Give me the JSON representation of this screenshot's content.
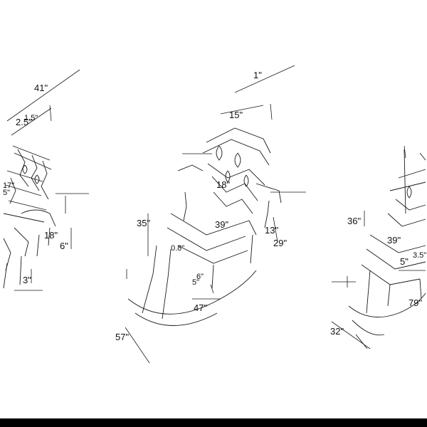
{
  "colors": {
    "ink": "#1a1a1a",
    "background": "#ffffff",
    "bottom_bar": "#000000"
  },
  "views": [
    {
      "name": "left-view",
      "dimensions": [
        "41\"",
        "2.5\"",
        "1.5\"",
        "17\"",
        "5\"",
        "18\"",
        "6\"",
        "3\""
      ]
    },
    {
      "name": "center-view",
      "dimensions": [
        "1\"",
        "15\"",
        "18\"",
        "35\"",
        "0.8\"",
        "39\"",
        "13\"",
        "29\"",
        "6\"",
        "5\"",
        "47\"",
        "57\""
      ]
    },
    {
      "name": "right-view",
      "dimensions": [
        "36\"",
        "39\"",
        "5\"",
        "3.5\"",
        "79\"",
        "32\""
      ]
    }
  ]
}
